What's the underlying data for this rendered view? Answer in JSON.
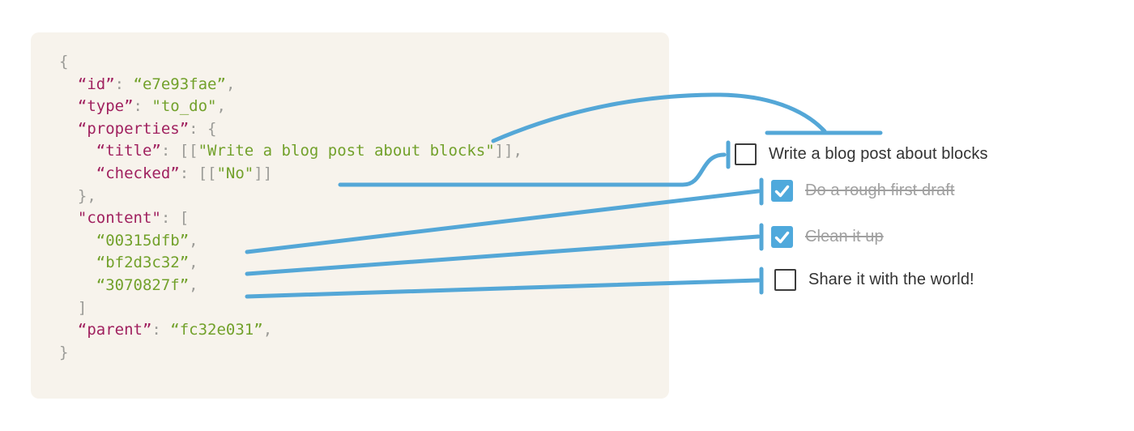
{
  "colors": {
    "panel_bg": "#f7f3ec",
    "code_key": "#a0215f",
    "code_string": "#72a12b",
    "code_punct": "#9b9b97",
    "accent_blue": "#54a7d7",
    "checkbox_checked_bg": "#4fa9dc",
    "checkbox_border": "#3d3d3d",
    "todo_text": "#333333",
    "todo_done_text": "#a0a0a0"
  },
  "code": {
    "lines": [
      [
        [
          "p",
          "{"
        ]
      ],
      [
        [
          "p",
          "  "
        ],
        [
          "k",
          "“id”"
        ],
        [
          "p",
          ": "
        ],
        [
          "s",
          "“e7e93fae”"
        ],
        [
          "p",
          ","
        ]
      ],
      [
        [
          "p",
          "  "
        ],
        [
          "k",
          "“type”"
        ],
        [
          "p",
          ": "
        ],
        [
          "s",
          "\"to_do\""
        ],
        [
          "p",
          ","
        ]
      ],
      [
        [
          "p",
          "  "
        ],
        [
          "k",
          "“properties”"
        ],
        [
          "p",
          ": {"
        ]
      ],
      [
        [
          "p",
          "    "
        ],
        [
          "k",
          "“title”"
        ],
        [
          "p",
          ": [["
        ],
        [
          "s",
          "\"Write a blog post about blocks\""
        ],
        [
          "p",
          "]],"
        ]
      ],
      [
        [
          "p",
          "    "
        ],
        [
          "k",
          "“checked”"
        ],
        [
          "p",
          ": [["
        ],
        [
          "s",
          "\"No\""
        ],
        [
          "p",
          "]]"
        ]
      ],
      [
        [
          "p",
          "  },"
        ]
      ],
      [
        [
          "p",
          "  "
        ],
        [
          "k",
          "\"content\""
        ],
        [
          "p",
          ": ["
        ]
      ],
      [
        [
          "p",
          "    "
        ],
        [
          "s",
          "“00315dfb”"
        ],
        [
          "p",
          ","
        ]
      ],
      [
        [
          "p",
          "    "
        ],
        [
          "s",
          "“bf2d3c32”"
        ],
        [
          "p",
          ","
        ]
      ],
      [
        [
          "p",
          "    "
        ],
        [
          "s",
          "“3070827f”"
        ],
        [
          "p",
          ","
        ]
      ],
      [
        [
          "p",
          "  ]"
        ]
      ],
      [
        [
          "p",
          "  "
        ],
        [
          "k",
          "“parent”"
        ],
        [
          "p",
          ": "
        ],
        [
          "s",
          "“fc32e031”"
        ],
        [
          "p",
          ","
        ]
      ],
      [
        [
          "p",
          "}"
        ]
      ]
    ]
  },
  "todo": {
    "items": [
      {
        "label": "Write a blog post about blocks",
        "checked": false
      },
      {
        "label": "Do a rough first draft",
        "checked": true
      },
      {
        "label": "Clean it up",
        "checked": true
      },
      {
        "label": "Share it with the world!",
        "checked": false
      }
    ]
  }
}
